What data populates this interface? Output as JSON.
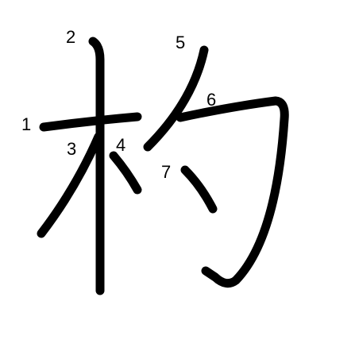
{
  "character": "杓",
  "stroke_order_labels": [
    "1",
    "2",
    "3",
    "4",
    "5",
    "6",
    "7"
  ],
  "colors": {
    "ink": "#000000",
    "background": "#ffffff"
  }
}
